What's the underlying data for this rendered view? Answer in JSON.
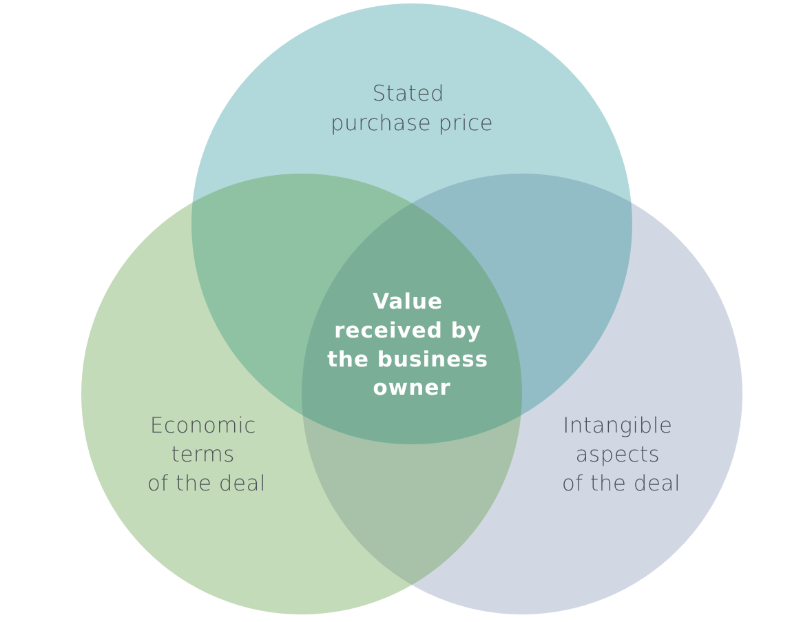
{
  "diagram": {
    "type": "venn-3",
    "colors": {
      "top_circle": "#b1d9dc",
      "left_circle": "#c3dbb9",
      "right_circle": "#d2d8e3",
      "top_left_overlap": "#8fc2a2",
      "top_right_overlap": "#93bdc6",
      "left_right_overlap": "#a7c2a9",
      "center_overlap": "#7aae97",
      "label_text": "#4a4f55",
      "center_text": "#ffffff"
    },
    "circles": {
      "top": {
        "label_lines": [
          "Stated",
          "purchase price"
        ]
      },
      "left": {
        "label_lines": [
          "Economic",
          "terms",
          "of the deal"
        ]
      },
      "right": {
        "label_lines": [
          "Intangible",
          "aspects",
          "of the deal"
        ]
      }
    },
    "center": {
      "label_lines": [
        "Value",
        "received by",
        "the business",
        "owner"
      ]
    }
  }
}
